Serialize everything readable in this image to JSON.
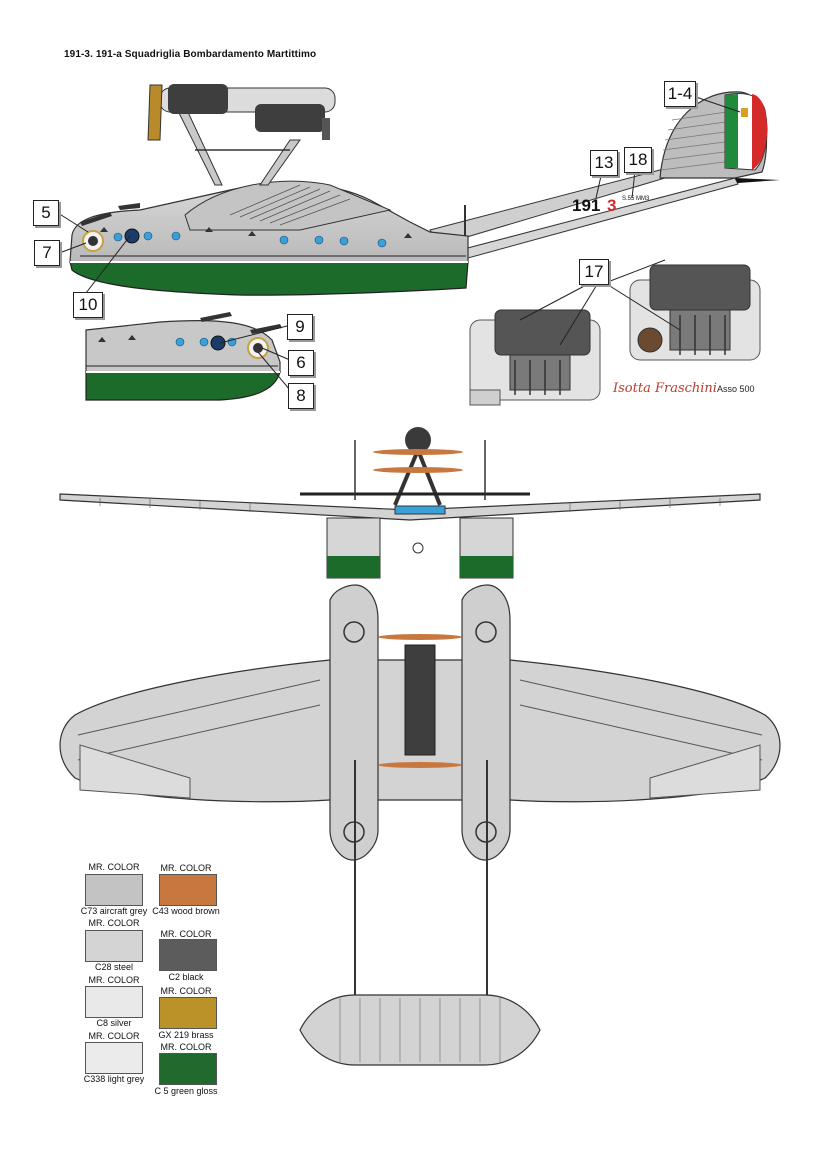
{
  "title": "191-3.  191-a Squadriglia Bombardamento Martittimo",
  "callouts": {
    "c1": "1-4",
    "c5": "5",
    "c7": "7",
    "c10": "10",
    "c9": "9",
    "c6": "6",
    "c8": "8",
    "c13": "13",
    "c18": "18",
    "c17": "17"
  },
  "markings": {
    "serial_number": "191",
    "aircraft_number": "3",
    "small_text": "S.55 MM3"
  },
  "engine": {
    "brand": "Isotta Fraschini",
    "model": "Asso 500"
  },
  "paints": [
    {
      "brand": "MR. COLOR",
      "name": "C73 aircraft grey",
      "color": "#c3c3c3"
    },
    {
      "brand": "MR. COLOR",
      "name": "C43 wood brown",
      "color": "#c8783e"
    },
    {
      "brand": "MR. COLOR",
      "name": "C28 steel",
      "color": "#d4d4d4"
    },
    {
      "brand": "MR. COLOR",
      "name": "C2 black",
      "color": "#5c5c5c"
    },
    {
      "brand": "MR. COLOR",
      "name": "C8 silver",
      "color": "#e9e9e9"
    },
    {
      "brand": "MR. COLOR",
      "name": "GX 219 brass",
      "color": "#bb9227"
    },
    {
      "brand": "MR. COLOR",
      "name": "C338 light grey",
      "color": "#ebebeb"
    },
    {
      "brand": "MR. COLOR",
      "name": "C 5 green gloss",
      "color": "#1f6a2c"
    }
  ],
  "colors": {
    "aircraft_grey": "#c8c8c8",
    "hull_green": "#1d6b2a",
    "porthole_blue": "#3aa0d8",
    "tricolor_green": "#1f8a3a",
    "tricolor_red": "#d42a2a"
  }
}
